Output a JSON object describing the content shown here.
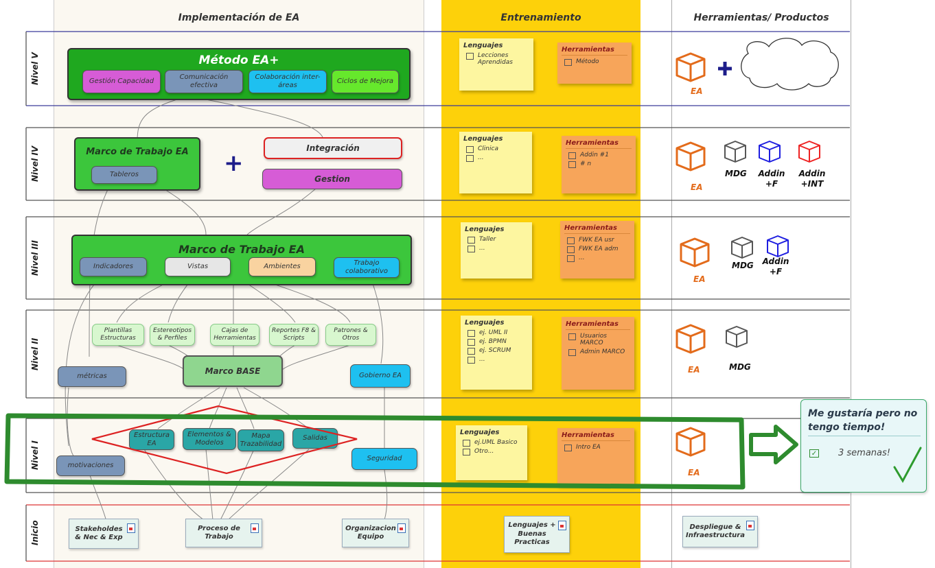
{
  "columns": {
    "implementation": "Implementación de EA",
    "training": "Entrenamiento",
    "tools": "Herramientas/ Productos"
  },
  "levels": [
    "Nivel V",
    "Nivel IV",
    "Nivel III",
    "Nivel II",
    "Nivel I",
    "Inicio"
  ],
  "level5": {
    "title": "Método EA+",
    "items": [
      "Gestión Capacidad",
      "Comunicación efectiva",
      "Colaboración inter-áreas",
      "Ciclos de Mejora"
    ]
  },
  "level4": {
    "title": "Marco de Trabajo EA",
    "tableros": "Tableros",
    "plus": "+",
    "integracion": "Integración",
    "gestion": "Gestion"
  },
  "level3": {
    "title": "Marco de Trabajo EA",
    "items": [
      "Indicadores",
      "Vistas",
      "Ambientes",
      "Trabajo colaborativo"
    ]
  },
  "level2": {
    "items": [
      "Plantillas Estructuras",
      "Estereotipos & Perfiles",
      "Cajas de Herramientas",
      "Reportes F8 & Scripts",
      "Patrones & Otros"
    ],
    "base": "Marco BASE",
    "metricas": "métricas",
    "gobierno": "Gobierno EA"
  },
  "level1": {
    "items": [
      "Estructura EA",
      "Elementos & Modelos",
      "Mapa Trazabilidad",
      "Salidas"
    ],
    "motivaciones": "motivaciones",
    "seguridad": "Seguridad"
  },
  "inicio": {
    "stakeholders": "Stakeholdes & Nec & Exp",
    "proceso": "Proceso de Trabajo",
    "organizacion": "Organizacion Equipo",
    "lenguajes": "Lenguajes + Buenas Practicas",
    "despliegue": "Despliegue & Infraestructura"
  },
  "training": {
    "languages_title": "Lenguajes",
    "tools_title": "Herramientas",
    "l5": {
      "languages": [
        "Lecciones Aprendidas"
      ],
      "tools": [
        "Método"
      ]
    },
    "l4": {
      "languages": [
        "Clinica",
        "..."
      ],
      "tools": [
        "Addin #1",
        "# n"
      ]
    },
    "l3": {
      "languages": [
        "Taller",
        "..."
      ],
      "tools": [
        "FWK EA usr",
        "FWK EA adm",
        "..."
      ]
    },
    "l2": {
      "languages": [
        "ej. UML II",
        "ej. BPMN",
        "ej. SCRUM",
        "..."
      ],
      "tools": [
        "Usuarios MARCO",
        "Admin MARCO"
      ]
    },
    "l1": {
      "languages": [
        "ej.UML Basico",
        "Otro..."
      ],
      "tools": [
        "Intro EA"
      ]
    }
  },
  "tools": {
    "ea": "EA",
    "mdg": "MDG",
    "addin_f_1": "Addin",
    "addin_f_2": "+F",
    "addin_int_1": "Addin",
    "addin_int_2": "+INT"
  },
  "callout": {
    "title": "Me gustaría pero no tengo tiempo!",
    "item": "3 semanas!"
  },
  "colors": {
    "column_fill": "#fbf8f1",
    "training_fill": "#fdd10a",
    "green": "#3cc63c",
    "highlight_green": "#2e8b2e",
    "level_line": "#3a3a9a",
    "inicio_line": "#d33",
    "orange_icon": "#e36b1b"
  }
}
